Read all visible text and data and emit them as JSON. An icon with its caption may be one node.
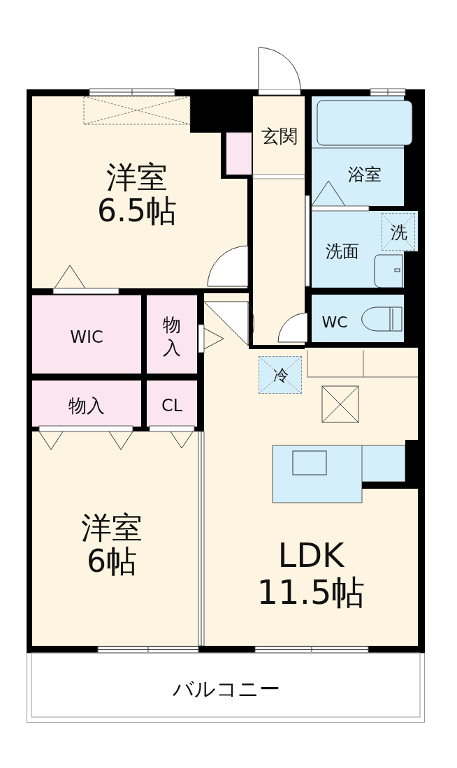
{
  "diagram": {
    "nodes": [
      {
        "text": [
          "洋室",
          "6.5帖"
        ]
      },
      {
        "text": [
          "玄関"
        ]
      },
      {
        "text": [
          "浴室"
        ]
      },
      {
        "text": [
          "洗面"
        ]
      },
      {
        "text": [
          "洗"
        ],
        "in": 3
      },
      {
        "text": [
          "WC"
        ]
      },
      {
        "text": [
          "WIC"
        ]
      },
      {
        "text": [
          "物入"
        ]
      },
      {
        "text": [
          "物入"
        ]
      },
      {
        "text": [
          "CL"
        ]
      },
      {
        "text": [
          "洋室",
          "6帖"
        ]
      },
      {
        "text": [
          "LDK",
          "11.5帖"
        ]
      },
      {
        "text": [
          "冷"
        ],
        "in": 11
      },
      {
        "text": [
          "バルコニー"
        ]
      }
    ]
  }
}
